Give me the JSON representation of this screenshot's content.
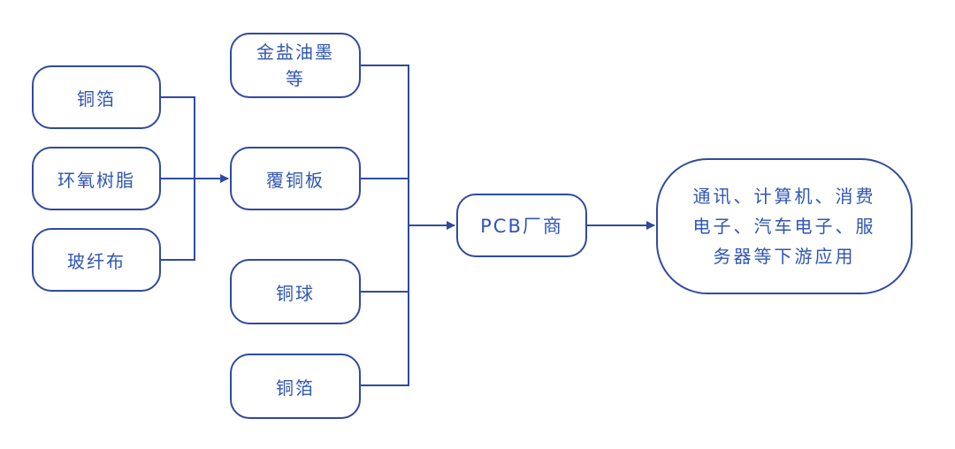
{
  "diagram": {
    "nodes": {
      "copper_foil_raw": "铜箔",
      "epoxy_resin": "环氧树脂",
      "glass_fiber_cloth": "玻纤布",
      "gold_salt_ink_line1": "金盐油墨",
      "gold_salt_ink_line2": "等",
      "copper_clad_laminate": "覆铜板",
      "copper_ball": "铜球",
      "copper_foil": "铜箔",
      "pcb_maker": "PCB厂商",
      "downstream_line1": "通讯、计算机、消费",
      "downstream_line2": "电子、汽车电子、服",
      "downstream_line3": "务器等下游应用"
    },
    "colors": {
      "border": "#2f4aa0",
      "text": "#2f55b5",
      "line": "#2f4aa0",
      "background": "#ffffff"
    }
  }
}
